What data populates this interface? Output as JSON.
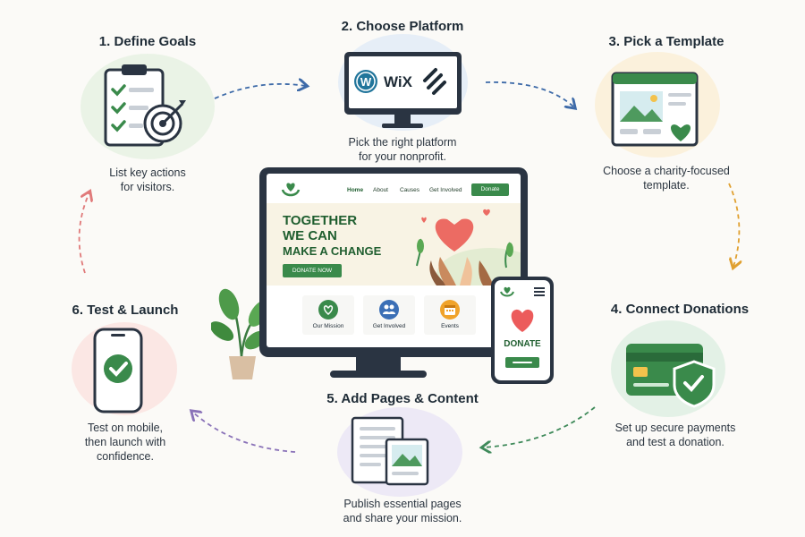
{
  "steps": [
    {
      "number": "1.",
      "title": "Define Goals",
      "desc_lines": [
        "List key actions",
        "for visitors."
      ]
    },
    {
      "number": "2.",
      "title": "Choose Platform",
      "desc_lines": [
        "Pick the right platform",
        "for your nonprofit."
      ]
    },
    {
      "number": "3.",
      "title": "Pick a Template",
      "desc_lines": [
        "Choose a charity-focused",
        "template."
      ]
    },
    {
      "number": "4.",
      "title": "Connect Donations",
      "desc_lines": [
        "Set up secure payments",
        "and test a donation."
      ]
    },
    {
      "number": "5.",
      "title": "Add Pages & Content",
      "desc_lines": [
        "Publish essential pages",
        "and share your mission."
      ]
    },
    {
      "number": "6.",
      "title": "Test & Launch",
      "desc_lines": [
        "Test on mobile,",
        "then launch with",
        "confidence."
      ]
    }
  ],
  "platform_logos": {
    "wix": "WiX"
  },
  "website": {
    "nav": [
      "Home",
      "About",
      "Causes",
      "Get Involved"
    ],
    "nav_button": "Donate",
    "hero_lines": [
      "TOGETHER",
      "WE CAN",
      "MAKE A CHANGE"
    ],
    "hero_button": "DONATE NOW",
    "cards": [
      "Our Mission",
      "Get Involved",
      "Events"
    ]
  },
  "phone_mockup": {
    "donate_label": "DONATE"
  },
  "colors": {
    "green": "#3a8a4b",
    "dark_green": "#1f5e2f",
    "navy": "#2a3442",
    "arrow_blue": "#3d6aa8",
    "arrow_orange": "#e0a030",
    "arrow_green": "#3f8a5a",
    "arrow_purple": "#8a72b8",
    "arrow_pink": "#e07a7a"
  }
}
